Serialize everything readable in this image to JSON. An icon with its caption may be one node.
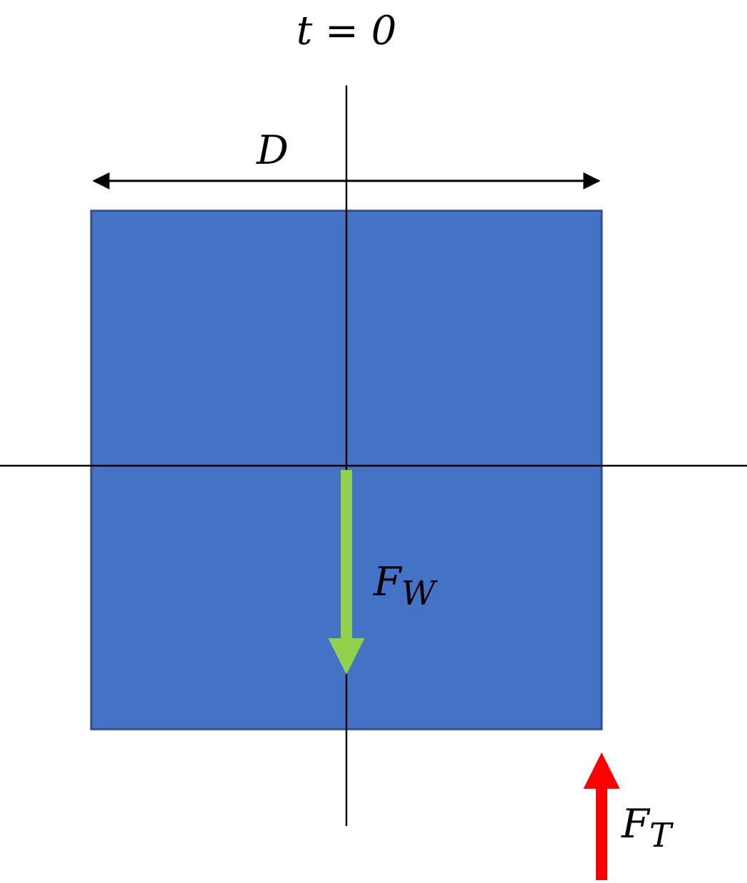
{
  "diagram": {
    "title": "t = 0",
    "labels": [
      "D",
      "F$_{W}$",
      "F$_{T}$"
    ]
  }
}
